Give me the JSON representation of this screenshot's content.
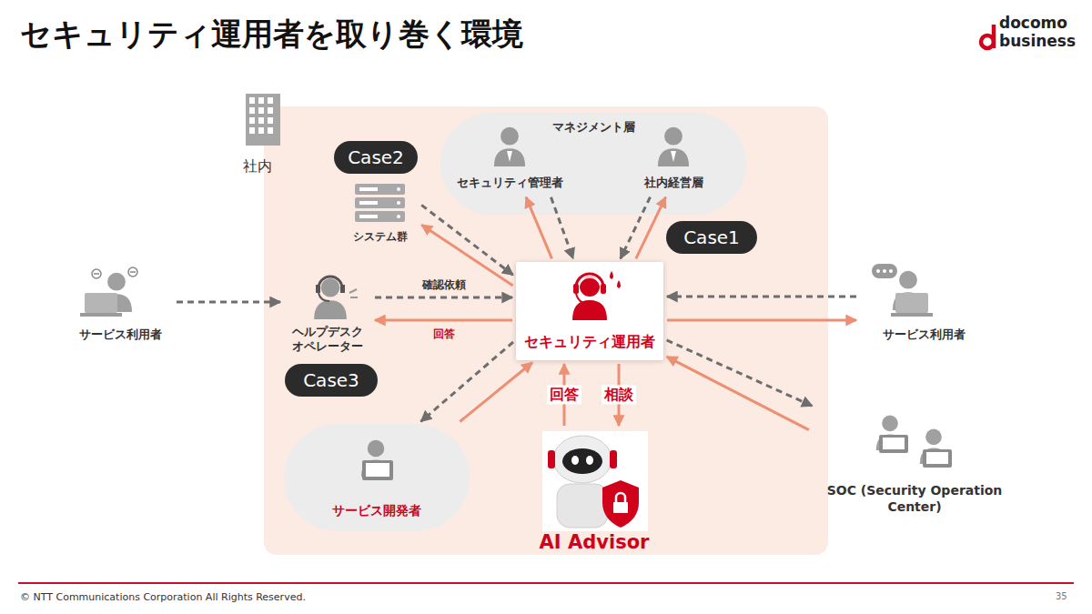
{
  "diagram": {
    "title": "セキュリティ運用者を取り巻く環境",
    "nodes": [
      {
        "text": [
          "社内"
        ]
      },
      {
        "text": [
          "マネジメント層"
        ],
        "in": 0
      },
      {
        "text": [
          "セキュリティ管理者"
        ],
        "in": 1
      },
      {
        "text": [
          "社内経営層"
        ],
        "in": 1
      },
      {
        "text": [
          "Case2"
        ],
        "in": 0
      },
      {
        "text": [
          "システム群"
        ],
        "in": 0
      },
      {
        "text": [
          "Case1"
        ],
        "in": 0
      },
      {
        "text": [
          "サービス利用者"
        ]
      },
      {
        "text": [
          "ヘルプデスク オペレーター"
        ],
        "in": 0
      },
      {
        "text": [
          "セキュリティ運用者"
        ],
        "in": 0
      },
      {
        "text": [
          "サービス利用者"
        ]
      },
      {
        "text": [
          "Case3"
        ],
        "in": 0
      },
      {
        "text": [
          "サービス開発者"
        ],
        "in": 0
      },
      {
        "text": [
          "AI Advisor"
        ],
        "in": 0
      },
      {
        "text": [
          "SOC (Security Operation Center)"
        ]
      }
    ],
    "edges": [
      {
        "from": 7,
        "to": 8,
        "arrow": "to"
      },
      {
        "from": 8,
        "to": 9,
        "label": "確認依頼",
        "arrow": "to"
      },
      {
        "from": 9,
        "to": 8,
        "label": "回答",
        "arrow": "to"
      },
      {
        "from": 5,
        "to": 9,
        "arrow": "to"
      },
      {
        "from": 9,
        "to": 5,
        "arrow": "to"
      },
      {
        "from": 2,
        "to": 9,
        "arrow": "to"
      },
      {
        "from": 9,
        "to": 2,
        "arrow": "to"
      },
      {
        "from": 3,
        "to": 9,
        "arrow": "to"
      },
      {
        "from": 9,
        "to": 3,
        "arrow": "to"
      },
      {
        "from": 10,
        "to": 9,
        "arrow": "to"
      },
      {
        "from": 9,
        "to": 10,
        "arrow": "to"
      },
      {
        "from": 9,
        "to": 13,
        "label": "相談",
        "arrow": "to"
      },
      {
        "from": 13,
        "to": 9,
        "label": "回答",
        "arrow": "to"
      },
      {
        "from": 9,
        "to": 12,
        "arrow": "to"
      },
      {
        "from": 12,
        "to": 9,
        "arrow": "to"
      },
      {
        "from": 9,
        "to": 14,
        "arrow": "to"
      },
      {
        "from": 14,
        "to": 9,
        "arrow": "to"
      }
    ],
    "labels": [
      "docomo",
      "business",
      "© NTT Communications Corporation All Rights Reserved.",
      "35"
    ]
  }
}
